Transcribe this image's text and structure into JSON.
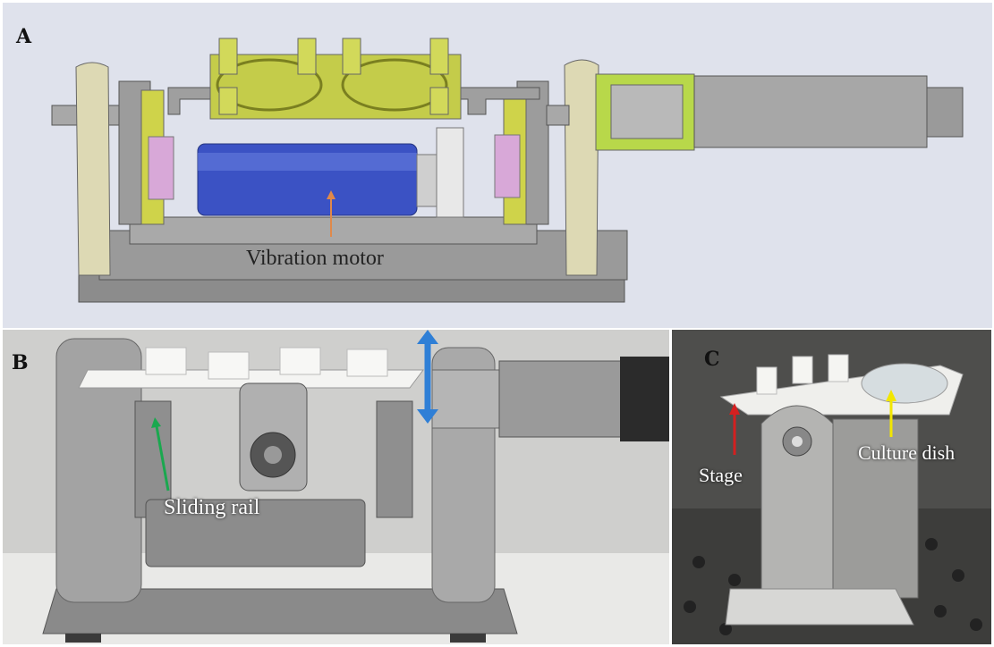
{
  "panels": {
    "a": {
      "label": "A",
      "annotation": "Vibration motor"
    },
    "b": {
      "label": "B",
      "annotation": "Sliding rail"
    },
    "c": {
      "label": "C",
      "annotation_stage": "Stage",
      "annotation_dish": "Culture dish"
    }
  },
  "colors": {
    "arrow_orange": "#e0894a",
    "arrow_green": "#1aa84f",
    "arrow_red": "#d42020",
    "arrow_yellow": "#f2e600",
    "arrow_blue": "#2f7fd6"
  }
}
